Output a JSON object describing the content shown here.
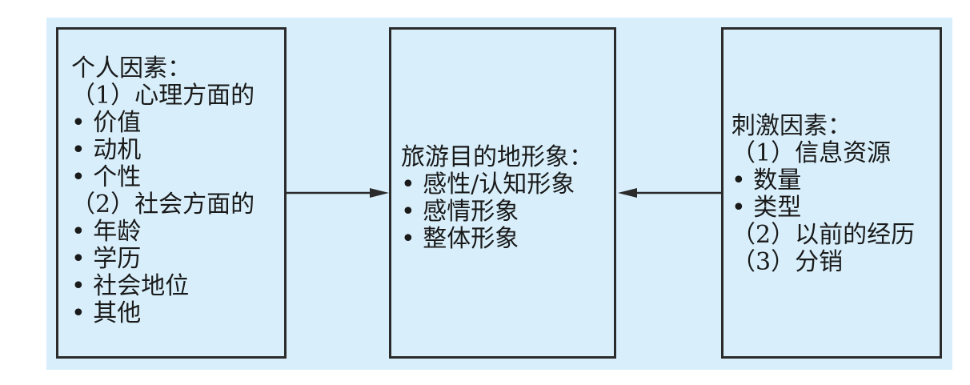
{
  "left_box": {
    "lines": [
      "个人因素：",
      "（1）心理方面的",
      "• 价值",
      "• 动机",
      "• 个性",
      "（2）社会方面的",
      "• 年龄",
      "• 学历",
      "• 社会地位",
      "• 其他"
    ]
  },
  "center_box": {
    "lines": [
      "旅游目的地形象：",
      "• 感性/认知形象",
      "• 感情形象",
      "• 整体形象"
    ]
  },
  "right_box": {
    "lines": [
      "刺激因素：",
      "（1）信息资源",
      "• 数量",
      "• 类型",
      "（2）以前的经历",
      "（3）分销"
    ]
  },
  "colors": {
    "panel_background": "#d8effb",
    "border": "#2b2b2b",
    "arrow": "#2b2b2b"
  }
}
